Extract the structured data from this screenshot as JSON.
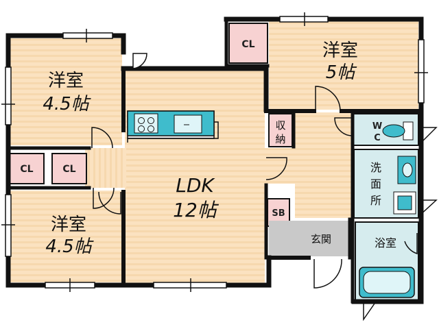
{
  "colors": {
    "wall": "#111111",
    "floor": "#fbe2c0",
    "floor_stripe": "#f5d3a5",
    "closet": "#f7d2d2",
    "wet": "#d6ecee",
    "fixture": "#3fbccc",
    "entrance": "#c9c9c9"
  },
  "rooms": {
    "west_north": {
      "name": "洋室",
      "size": "4.5帖"
    },
    "west_south": {
      "name": "洋室",
      "size": "4.5帖"
    },
    "east_north": {
      "name": "洋室",
      "size": "5帖"
    },
    "ldk": {
      "name": "LDK",
      "size": "12帖"
    }
  },
  "closets": {
    "cl_north": "CL",
    "cl_mid_a": "CL",
    "cl_mid_b": "CL",
    "storage_line1": "収",
    "storage_line2": "納",
    "shoe_box": "SB"
  },
  "wet_areas": {
    "toilet_line1": "W",
    "toilet_line2": "C",
    "washroom_line1": "洗",
    "washroom_line2": "面",
    "washroom_line3": "所",
    "bathroom": "浴室"
  },
  "entrance": {
    "label": "玄関"
  }
}
